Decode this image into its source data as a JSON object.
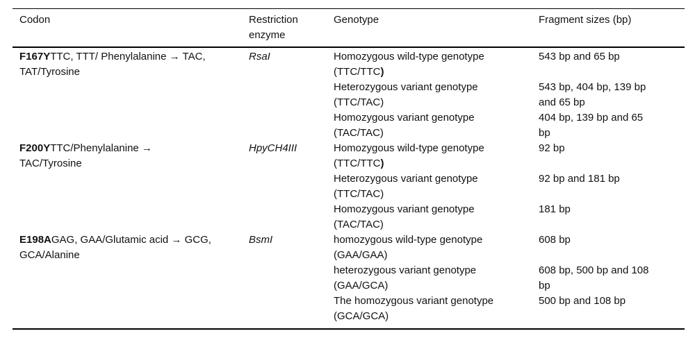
{
  "table": {
    "header": {
      "codon": "Codon",
      "enzyme": "Restriction enzyme",
      "genotype": "Genotype",
      "fragments": "Fragment sizes (bp)"
    },
    "groups": [
      {
        "codon_bold": "F167Y",
        "codon_line1": "TTC, TTT/ Phenylalanine → TAC,",
        "codon_line2": "TAT/Tyrosine",
        "enzyme": "RsaI",
        "rows": [
          {
            "name": "Homozygous wild-type genotype",
            "alleles": "(TTC/TTC",
            "alleles_bold": ")",
            "fragments": "543 bp and 65 bp"
          },
          {
            "name": "Heterozygous variant genotype",
            "alleles": "(TTC/TAC)",
            "alleles_bold": "",
            "fragments": "543 bp, 404 bp, 139 bp and 65 bp"
          },
          {
            "name": "Homozygous variant genotype",
            "alleles": "(TAC/TAC)",
            "alleles_bold": "",
            "fragments": "404 bp, 139 bp and 65 bp"
          }
        ]
      },
      {
        "codon_bold": "F200Y",
        "codon_line1": "TTC/Phenylalanine →",
        "codon_line2": "TAC/Tyrosine",
        "enzyme": "HpyCH4III",
        "rows": [
          {
            "name": "Homozygous wild-type genotype",
            "alleles": "(TTC/TTC",
            "alleles_bold": ")",
            "fragments": "92 bp"
          },
          {
            "name": "Heterozygous variant genotype",
            "alleles": "(TTC/TAC)",
            "alleles_bold": "",
            "fragments": "92 bp and 181 bp"
          },
          {
            "name": "Homozygous variant genotype",
            "alleles": "(TAC/TAC)",
            "alleles_bold": "",
            "fragments": "181 bp"
          }
        ]
      },
      {
        "codon_bold": "E198A",
        "codon_line1": "GAG, GAA/Glutamic acid → GCG,",
        "codon_line2": "GCA/Alanine",
        "enzyme": "BsmI",
        "rows": [
          {
            "name": "homozygous wild-type genotype",
            "alleles": "(GAA/GAA)",
            "alleles_bold": "",
            "fragments": "608 bp"
          },
          {
            "name": "heterozygous variant genotype",
            "alleles": "(GAA/GCA)",
            "alleles_bold": "",
            "fragments": "608 bp, 500 bp and 108 bp"
          },
          {
            "name": "The homozygous variant genotype",
            "alleles": "(GCA/GCA)",
            "alleles_bold": "",
            "fragments": "500 bp and 108 bp"
          }
        ]
      }
    ]
  }
}
